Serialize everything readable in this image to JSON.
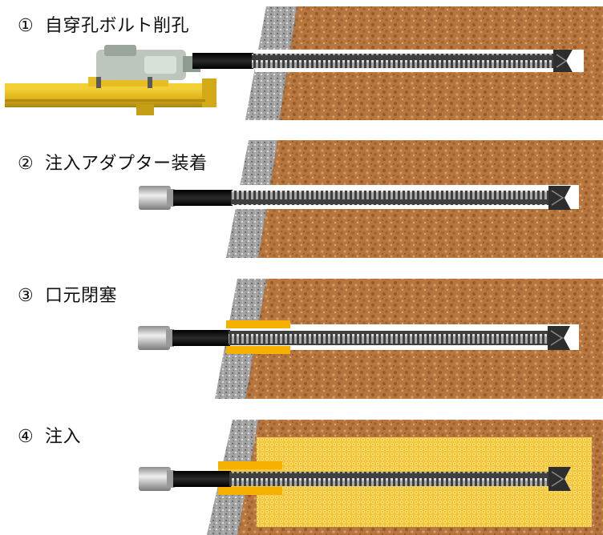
{
  "colors": {
    "soil_base": "#b8763f",
    "soil_dark": "#8a5226",
    "soil_light": "#d9a066",
    "concrete": "#9a9a9a",
    "bolt": "#4a4a4a",
    "bolt_highlight": "#9c9c9c",
    "sleeve": "#0c0c0c",
    "adapter": "#c2c2c2",
    "seal": "#f5b000",
    "grout": "#f4c63a",
    "drill_frame": "#e3b81c",
    "drill_head": "#bfc8c0"
  },
  "steps": [
    {
      "number": "①",
      "label": "自穿孔ボルト削孔"
    },
    {
      "number": "②",
      "label": "注入アダプター装着"
    },
    {
      "number": "③",
      "label": "口元閉塞"
    },
    {
      "number": "④",
      "label": "注入"
    }
  ]
}
